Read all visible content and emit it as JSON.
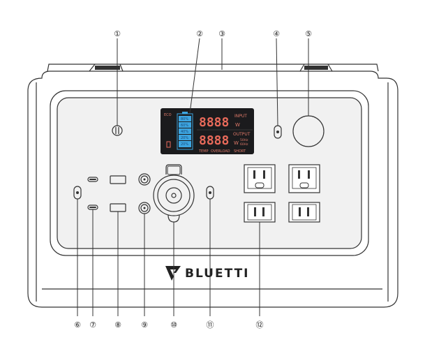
{
  "brand": "BLUETTI",
  "callouts": [
    {
      "label": "①"
    },
    {
      "label": "②"
    },
    {
      "label": "③"
    },
    {
      "label": "④"
    },
    {
      "label": "⑤"
    },
    {
      "label": "⑥"
    },
    {
      "label": "⑦"
    },
    {
      "label": "⑧"
    },
    {
      "label": "⑨"
    },
    {
      "label": "⑩"
    },
    {
      "label": "⑪"
    },
    {
      "label": "⑫"
    }
  ],
  "display": {
    "eco": "ECO",
    "input_label": "INPUT",
    "output_label": "OUTPUT",
    "input_value": "8888",
    "output_value": "8888",
    "unit_w_top": "W",
    "unit_w_bottom": "W",
    "hz_top": "50Hz",
    "hz_bottom": "60Hz",
    "warnings": [
      "TEMP",
      "OVERLOAD",
      "SHORT"
    ],
    "battery_levels": [
      "80%",
      "60%",
      "40%",
      "20%",
      "20%"
    ]
  },
  "colors": {
    "lcd_bg": "#1b1b1d",
    "lcd_red": "#e86a5a",
    "battery_blue": "#3da5e0"
  }
}
